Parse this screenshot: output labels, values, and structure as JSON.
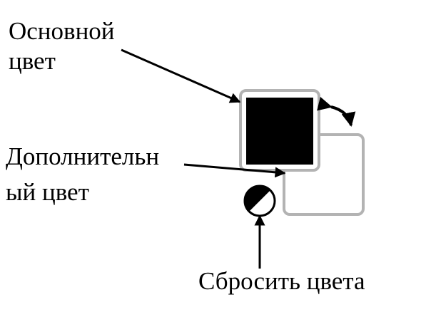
{
  "labels": {
    "primary_line1": "Основной",
    "primary_line2": "цвет",
    "secondary_line1": "Дополнительн",
    "secondary_line2": "ый цвет",
    "reset": "Сбросить цвета"
  },
  "colors": {
    "foreground": "#000000",
    "background": "#ffffff",
    "frame": "#b3b3b3"
  }
}
